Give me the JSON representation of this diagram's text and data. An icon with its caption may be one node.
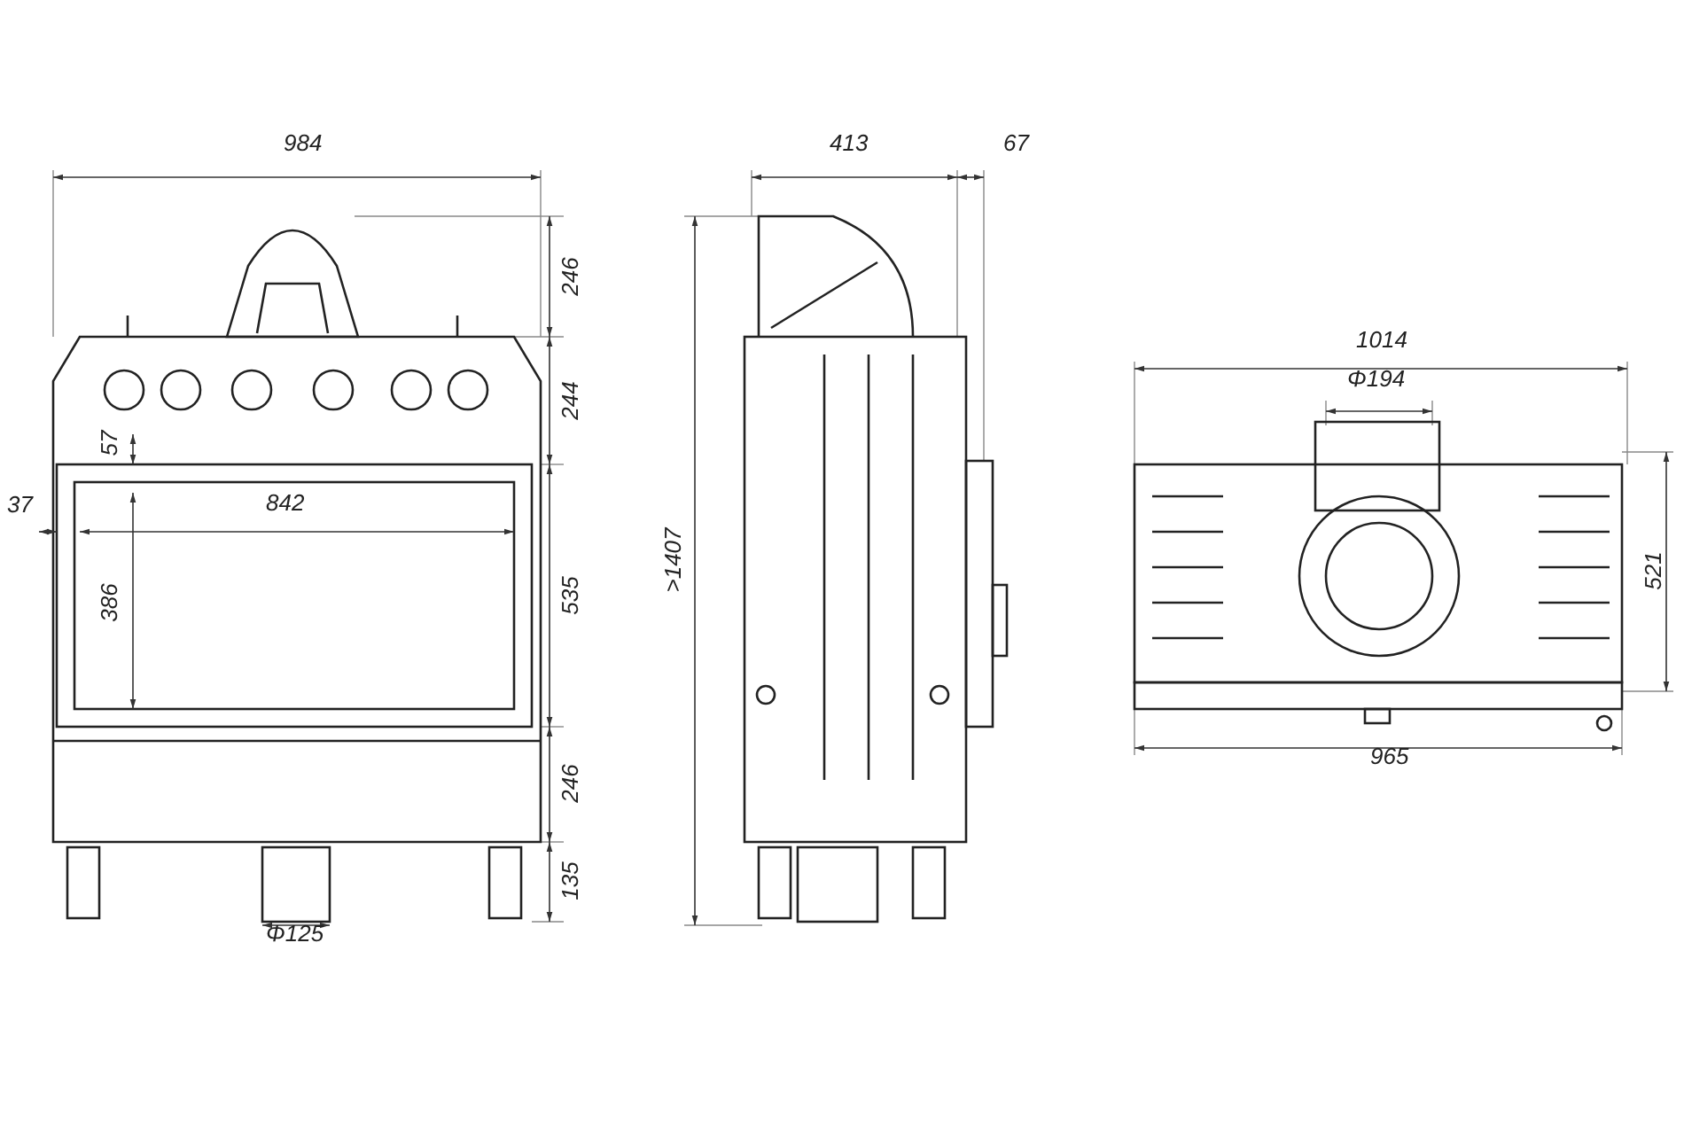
{
  "diagram": {
    "labels": [
      "984",
      "413",
      "67",
      "246",
      "244",
      "1014",
      "Φ194",
      "57",
      "37",
      "842",
      "386",
      ">1407",
      "535",
      "521",
      "965",
      "246",
      "135",
      "Φ125"
    ]
  }
}
